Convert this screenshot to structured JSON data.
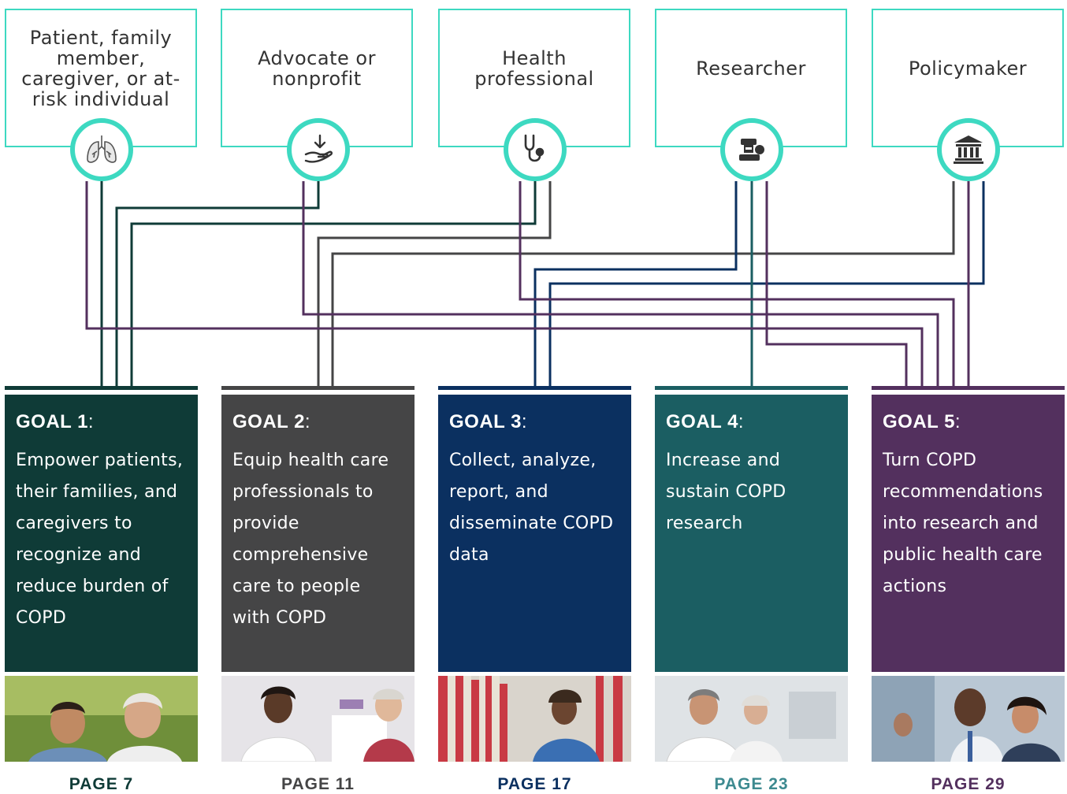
{
  "colors": {
    "teal_accent": "#3dd9c1",
    "goal1": "#0f3b37",
    "goal2": "#454546",
    "goal3": "#0b3060",
    "goal4": "#1b5e62",
    "goal5": "#53305e"
  },
  "audiences": [
    {
      "label": "Patient, family member, caregiver, or at-risk individual",
      "icon": "lungs-icon"
    },
    {
      "label": "Advocate or nonprofit",
      "icon": "hand-donation-icon"
    },
    {
      "label": "Health professional",
      "icon": "stethoscope-icon"
    },
    {
      "label": "Researcher",
      "icon": "microscope-icon"
    },
    {
      "label": "Policymaker",
      "icon": "government-building-icon"
    }
  ],
  "goals": [
    {
      "title": "GOAL 1",
      "sep": ":",
      "text": "Empower patients, their families, and caregivers to recognize and reduce burden of COPD",
      "page": "PAGE 7",
      "photo": "young-man-with-older-woman-photo"
    },
    {
      "title": "GOAL 2",
      "sep": ":",
      "text": "Equip health care professionals to provide comprehensive care to people with COPD",
      "page": "PAGE 11",
      "photo": "doctor-with-patient-photo"
    },
    {
      "title": "GOAL 3",
      "sep": ":",
      "text": "Collect, analyze, report, and disseminate COPD data",
      "page": "PAGE 17",
      "photo": "woman-in-records-room-photo"
    },
    {
      "title": "GOAL 4",
      "sep": ":",
      "text": "Increase and sustain COPD research",
      "page": "PAGE 23",
      "photo": "researchers-in-lab-photo"
    },
    {
      "title": "GOAL 5",
      "sep": ":",
      "text": "Turn COPD recommendations into research and public health care actions",
      "page": "PAGE 29",
      "photo": "meeting-discussion-photo"
    }
  ]
}
